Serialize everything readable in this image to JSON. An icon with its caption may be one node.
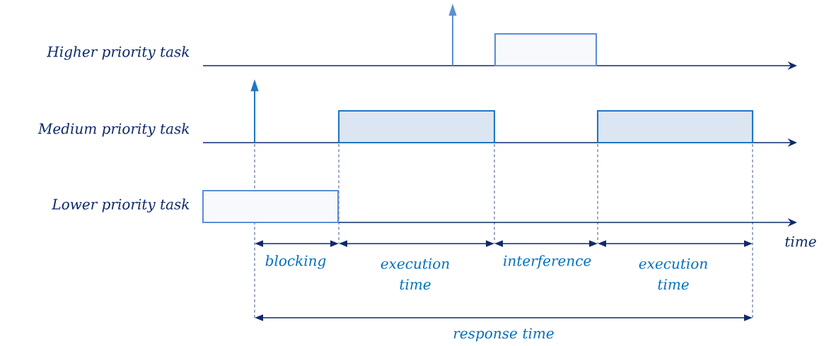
{
  "diagram": {
    "nodes": [
      {
        "text": [],
        "shape": "box"
      },
      {
        "text": [],
        "shape": "box"
      },
      {
        "text": [],
        "shape": "box"
      },
      {
        "text": [],
        "shape": "box"
      }
    ],
    "labels": [
      "Higher priority task",
      "Medium priority task",
      "Lower priority task",
      "time",
      "blocking",
      "execution time",
      "interference",
      "execution time",
      "response time"
    ]
  }
}
